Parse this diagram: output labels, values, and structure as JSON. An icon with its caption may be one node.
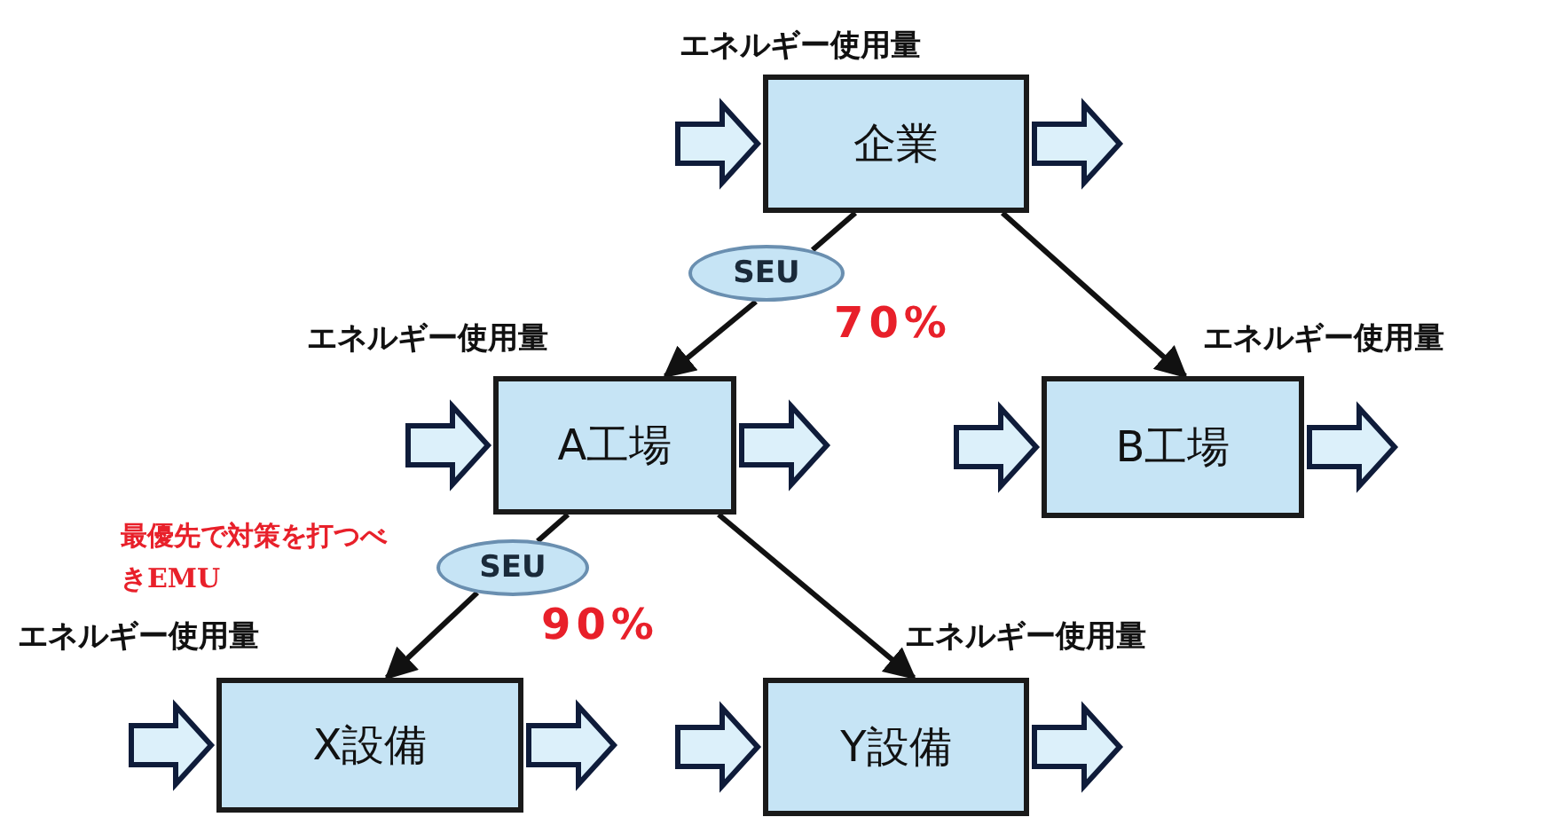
{
  "diagram": {
    "nodes": [
      {
        "text": [
          "企業"
        ],
        "beside": [
          "エネルギー使用量"
        ]
      },
      {
        "text": [
          "SEU"
        ],
        "beside": [
          "70%"
        ]
      },
      {
        "text": [
          "A工場"
        ],
        "beside": [
          "エネルギー使用量"
        ]
      },
      {
        "text": [
          "B工場"
        ],
        "beside": [
          "エネルギー使用量"
        ]
      },
      {
        "text": [
          "SEU"
        ],
        "beside": [
          "90%"
        ]
      },
      {
        "text": [
          "X設備"
        ],
        "beside": [
          "エネルギー使用量"
        ]
      },
      {
        "text": [
          "Y設備"
        ],
        "beside": [
          "エネルギー使用量"
        ]
      }
    ],
    "edges": [
      {
        "from": 0,
        "to": 1,
        "arrow": "none"
      },
      {
        "from": 1,
        "to": 2,
        "arrow": "to"
      },
      {
        "from": 0,
        "to": 3,
        "arrow": "to"
      },
      {
        "from": 2,
        "to": 4,
        "arrow": "none"
      },
      {
        "from": 4,
        "to": 5,
        "arrow": "to"
      },
      {
        "from": 2,
        "to": 6,
        "arrow": "to"
      },
      {
        "from": null,
        "to": 0,
        "arrow": "to",
        "style": "thick"
      },
      {
        "from": 0,
        "to": null,
        "arrow": "to",
        "style": "thick"
      },
      {
        "from": null,
        "to": 2,
        "arrow": "to",
        "style": "thick"
      },
      {
        "from": 2,
        "to": null,
        "arrow": "to",
        "style": "thick"
      },
      {
        "from": null,
        "to": 3,
        "arrow": "to",
        "style": "thick"
      },
      {
        "from": 3,
        "to": null,
        "arrow": "to",
        "style": "thick"
      },
      {
        "from": null,
        "to": 5,
        "arrow": "to",
        "style": "thick"
      },
      {
        "from": 5,
        "to": null,
        "arrow": "to",
        "style": "thick"
      },
      {
        "from": null,
        "to": 6,
        "arrow": "to",
        "style": "thick"
      },
      {
        "from": 6,
        "to": null,
        "arrow": "to",
        "style": "thick"
      }
    ],
    "labels": [
      "最優先で対策を打つべきEMU"
    ]
  }
}
